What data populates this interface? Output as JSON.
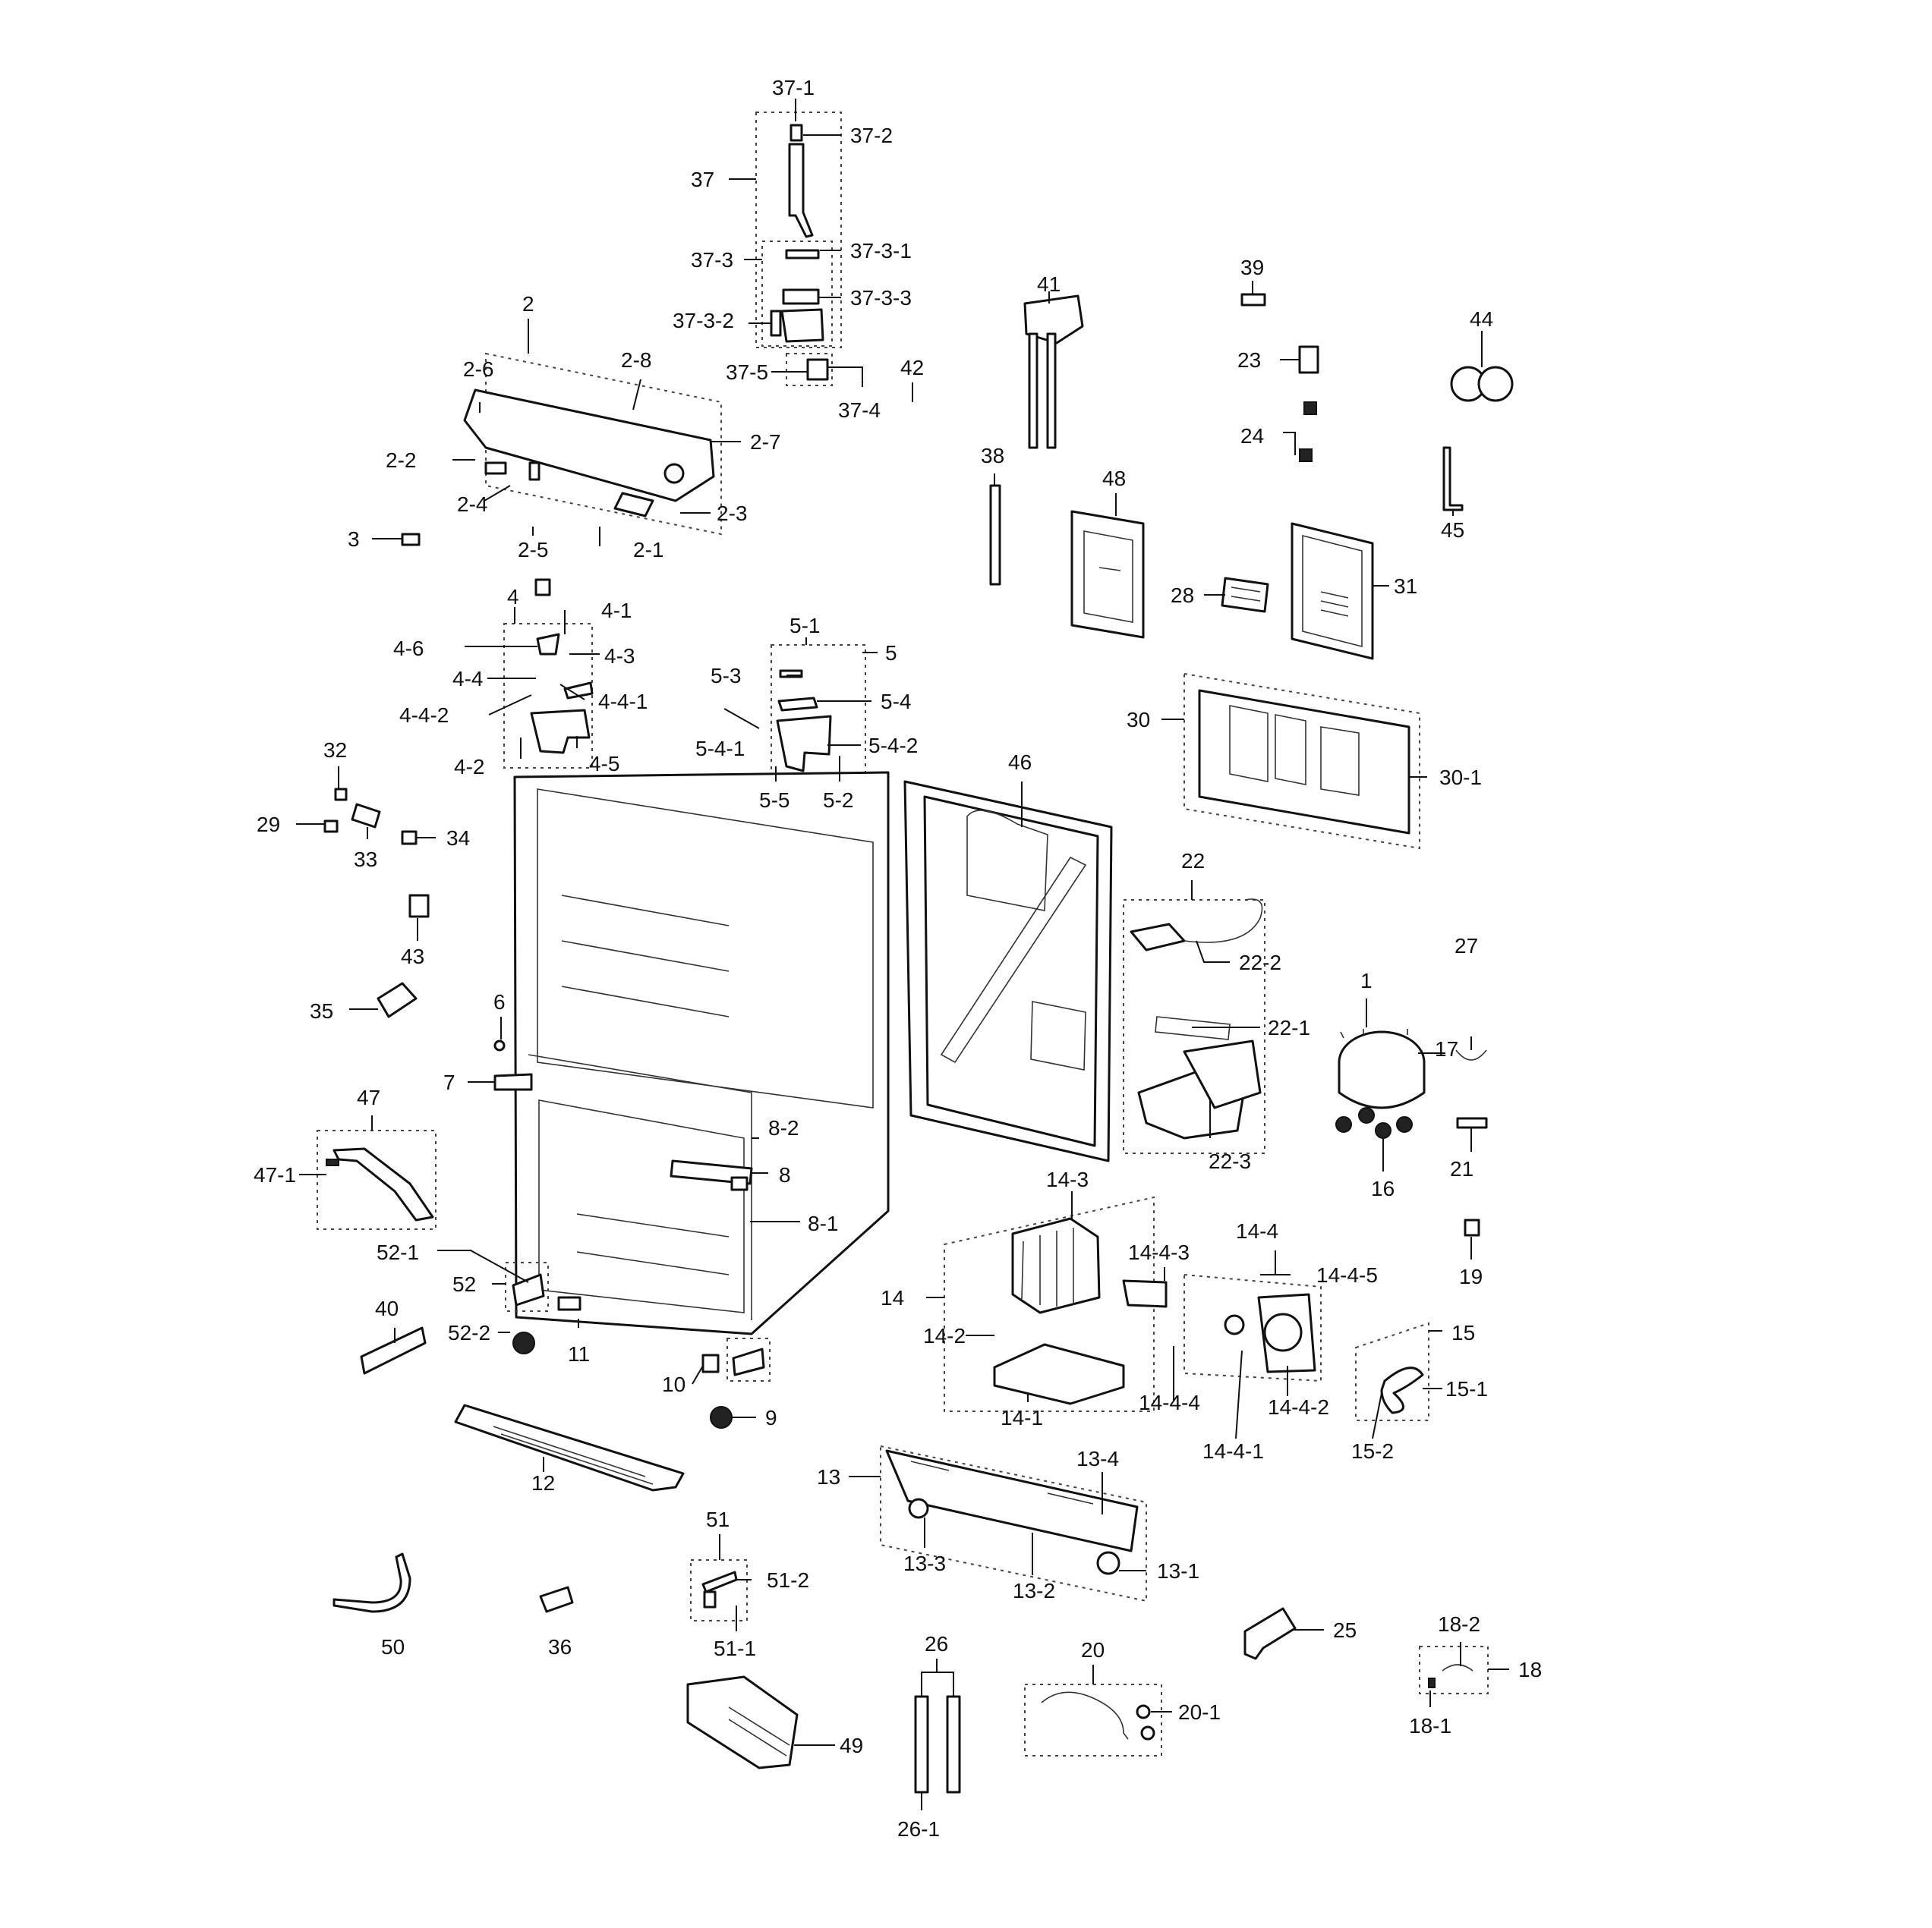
{
  "callouts": [
    {
      "id": "37-1",
      "text": "37-1"
    },
    {
      "id": "37-2",
      "text": "37-2"
    },
    {
      "id": "37",
      "text": "37"
    },
    {
      "id": "37-3",
      "text": "37-3"
    },
    {
      "id": "37-3-1",
      "text": "37-3-1"
    },
    {
      "id": "37-3-3",
      "text": "37-3-3"
    },
    {
      "id": "37-3-2",
      "text": "37-3-2"
    },
    {
      "id": "37-5",
      "text": "37-5"
    },
    {
      "id": "37-4",
      "text": "37-4"
    },
    {
      "id": "42",
      "text": "42"
    },
    {
      "id": "41",
      "text": "41"
    },
    {
      "id": "39",
      "text": "39"
    },
    {
      "id": "23",
      "text": "23"
    },
    {
      "id": "24",
      "text": "24"
    },
    {
      "id": "44",
      "text": "44"
    },
    {
      "id": "45",
      "text": "45"
    },
    {
      "id": "38",
      "text": "38"
    },
    {
      "id": "48",
      "text": "48"
    },
    {
      "id": "28",
      "text": "28"
    },
    {
      "id": "31",
      "text": "31"
    },
    {
      "id": "2",
      "text": "2"
    },
    {
      "id": "2-6",
      "text": "2-6"
    },
    {
      "id": "2-8",
      "text": "2-8"
    },
    {
      "id": "2-7",
      "text": "2-7"
    },
    {
      "id": "2-2",
      "text": "2-2"
    },
    {
      "id": "2-4",
      "text": "2-4"
    },
    {
      "id": "2-3",
      "text": "2-3"
    },
    {
      "id": "2-5",
      "text": "2-5"
    },
    {
      "id": "2-1",
      "text": "2-1"
    },
    {
      "id": "3",
      "text": "3"
    },
    {
      "id": "4",
      "text": "4"
    },
    {
      "id": "4-1",
      "text": "4-1"
    },
    {
      "id": "4-6",
      "text": "4-6"
    },
    {
      "id": "4-3",
      "text": "4-3"
    },
    {
      "id": "4-4",
      "text": "4-4"
    },
    {
      "id": "4-4-2",
      "text": "4-4-2"
    },
    {
      "id": "4-4-1",
      "text": "4-4-1"
    },
    {
      "id": "4-2",
      "text": "4-2"
    },
    {
      "id": "4-5",
      "text": "4-5"
    },
    {
      "id": "5-1",
      "text": "5-1"
    },
    {
      "id": "5",
      "text": "5"
    },
    {
      "id": "5-3",
      "text": "5-3"
    },
    {
      "id": "5-4",
      "text": "5-4"
    },
    {
      "id": "5-4-1",
      "text": "5-4-1"
    },
    {
      "id": "5-4-2",
      "text": "5-4-2"
    },
    {
      "id": "5-5",
      "text": "5-5"
    },
    {
      "id": "5-2",
      "text": "5-2"
    },
    {
      "id": "30",
      "text": "30"
    },
    {
      "id": "30-1",
      "text": "30-1"
    },
    {
      "id": "46",
      "text": "46"
    },
    {
      "id": "32",
      "text": "32"
    },
    {
      "id": "29",
      "text": "29"
    },
    {
      "id": "33",
      "text": "33"
    },
    {
      "id": "34",
      "text": "34"
    },
    {
      "id": "43",
      "text": "43"
    },
    {
      "id": "35",
      "text": "35"
    },
    {
      "id": "6",
      "text": "6"
    },
    {
      "id": "7",
      "text": "7"
    },
    {
      "id": "22",
      "text": "22"
    },
    {
      "id": "22-2",
      "text": "22-2"
    },
    {
      "id": "22-1",
      "text": "22-1"
    },
    {
      "id": "22-3",
      "text": "22-3"
    },
    {
      "id": "1",
      "text": "1"
    },
    {
      "id": "27",
      "text": "27"
    },
    {
      "id": "17",
      "text": "17"
    },
    {
      "id": "16",
      "text": "16"
    },
    {
      "id": "21",
      "text": "21"
    },
    {
      "id": "8-2",
      "text": "8-2"
    },
    {
      "id": "8",
      "text": "8"
    },
    {
      "id": "8-1",
      "text": "8-1"
    },
    {
      "id": "47",
      "text": "47"
    },
    {
      "id": "47-1",
      "text": "47-1"
    },
    {
      "id": "14-3",
      "text": "14-3"
    },
    {
      "id": "14-4",
      "text": "14-4"
    },
    {
      "id": "14-4-3",
      "text": "14-4-3"
    },
    {
      "id": "14-4-5",
      "text": "14-4-5"
    },
    {
      "id": "14",
      "text": "14"
    },
    {
      "id": "14-2",
      "text": "14-2"
    },
    {
      "id": "14-1",
      "text": "14-1"
    },
    {
      "id": "14-4-4",
      "text": "14-4-4"
    },
    {
      "id": "14-4-2",
      "text": "14-4-2"
    },
    {
      "id": "14-4-1",
      "text": "14-4-1"
    },
    {
      "id": "19",
      "text": "19"
    },
    {
      "id": "15",
      "text": "15"
    },
    {
      "id": "15-1",
      "text": "15-1"
    },
    {
      "id": "15-2",
      "text": "15-2"
    },
    {
      "id": "52-1",
      "text": "52-1"
    },
    {
      "id": "52",
      "text": "52"
    },
    {
      "id": "52-2",
      "text": "52-2"
    },
    {
      "id": "40",
      "text": "40"
    },
    {
      "id": "11",
      "text": "11"
    },
    {
      "id": "10",
      "text": "10"
    },
    {
      "id": "9",
      "text": "9"
    },
    {
      "id": "12",
      "text": "12"
    },
    {
      "id": "13",
      "text": "13"
    },
    {
      "id": "13-4",
      "text": "13-4"
    },
    {
      "id": "13-3",
      "text": "13-3"
    },
    {
      "id": "13-2",
      "text": "13-2"
    },
    {
      "id": "13-1",
      "text": "13-1"
    },
    {
      "id": "51",
      "text": "51"
    },
    {
      "id": "51-2",
      "text": "51-2"
    },
    {
      "id": "51-1",
      "text": "51-1"
    },
    {
      "id": "50",
      "text": "50"
    },
    {
      "id": "36",
      "text": "36"
    },
    {
      "id": "25",
      "text": "25"
    },
    {
      "id": "18-2",
      "text": "18-2"
    },
    {
      "id": "18",
      "text": "18"
    },
    {
      "id": "18-1",
      "text": "18-1"
    },
    {
      "id": "26",
      "text": "26"
    },
    {
      "id": "20",
      "text": "20"
    },
    {
      "id": "20-1",
      "text": "20-1"
    },
    {
      "id": "49",
      "text": "49"
    },
    {
      "id": "26-1",
      "text": "26-1"
    }
  ]
}
